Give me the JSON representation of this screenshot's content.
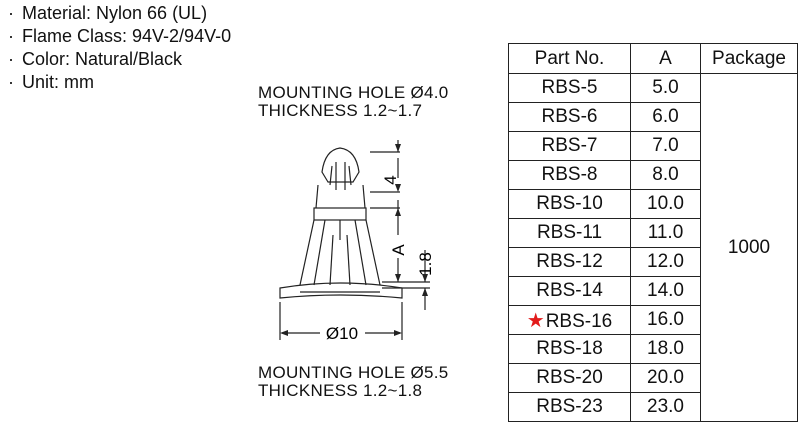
{
  "specs": [
    "Material: Nylon 66 (UL)",
    "Flame Class: 94V-2/94V-0",
    "Color: Natural/Black",
    "Unit: mm"
  ],
  "notes": {
    "top": [
      "MOUNTING  HOLE  Ø4.0",
      "THICKNESS  1.2~1.7"
    ],
    "bottom": [
      "MOUNTING  HOLE  Ø5.5",
      "THICKNESS  1.2~1.8"
    ]
  },
  "dimensions": {
    "top_len": "4",
    "a_len": "A",
    "base_len": "1.8",
    "dia": "Ø10"
  },
  "table": {
    "headers": [
      "Part No.",
      "A",
      "Package"
    ],
    "package": "1000",
    "rows": [
      {
        "part": "RBS-5",
        "a": "5.0",
        "star": false
      },
      {
        "part": "RBS-6",
        "a": "6.0",
        "star": false
      },
      {
        "part": "RBS-7",
        "a": "7.0",
        "star": false
      },
      {
        "part": "RBS-8",
        "a": "8.0",
        "star": false
      },
      {
        "part": "RBS-10",
        "a": "10.0",
        "star": false
      },
      {
        "part": "RBS-11",
        "a": "11.0",
        "star": false
      },
      {
        "part": "RBS-12",
        "a": "12.0",
        "star": false
      },
      {
        "part": "RBS-14",
        "a": "14.0",
        "star": false
      },
      {
        "part": "RBS-16",
        "a": "16.0",
        "star": true
      },
      {
        "part": "RBS-18",
        "a": "18.0",
        "star": false
      },
      {
        "part": "RBS-20",
        "a": "20.0",
        "star": false
      },
      {
        "part": "RBS-23",
        "a": "23.0",
        "star": false
      }
    ]
  },
  "colors": {
    "star": "#e21b1b",
    "line": "#222222"
  }
}
